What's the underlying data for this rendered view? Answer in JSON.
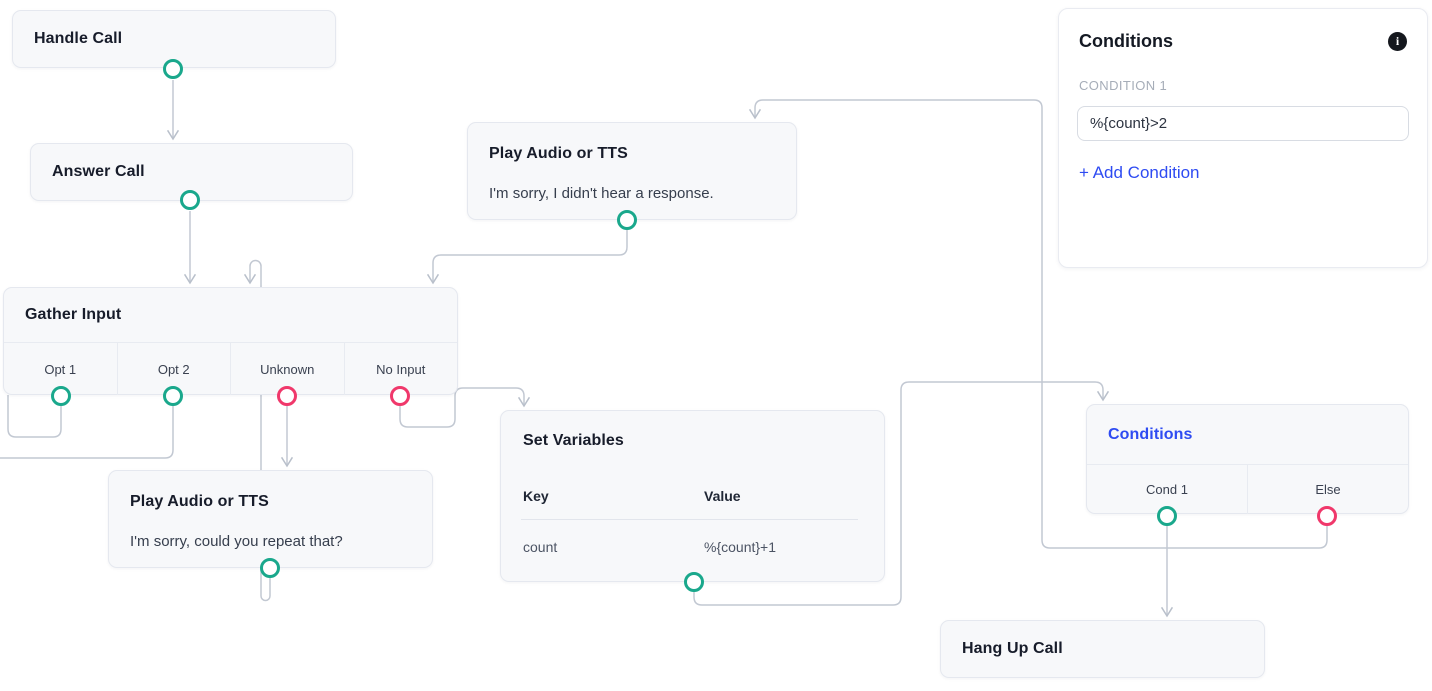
{
  "flow": {
    "nodes": {
      "handle_call": {
        "title": "Handle Call"
      },
      "answer_call": {
        "title": "Answer Call"
      },
      "play_audio_no_response": {
        "title": "Play Audio or TTS",
        "body": "I'm sorry, I didn't hear a response."
      },
      "gather_input": {
        "title": "Gather Input",
        "branches": [
          "Opt 1",
          "Opt 2",
          "Unknown",
          "No Input"
        ]
      },
      "play_audio_repeat": {
        "title": "Play Audio or TTS",
        "body": "I'm sorry, could you repeat that?"
      },
      "set_variables": {
        "title": "Set Variables",
        "key_header": "Key",
        "value_header": "Value",
        "rows": [
          {
            "key": "count",
            "value": "%{count}+1"
          }
        ]
      },
      "conditions": {
        "title": "Conditions",
        "branches": [
          "Cond 1",
          "Else"
        ]
      },
      "hang_up_call": {
        "title": "Hang Up Call"
      }
    }
  },
  "inspector": {
    "title": "Conditions",
    "info_icon_glyph": "i",
    "section_label": "CONDITION 1",
    "condition_input": "%{count}>2",
    "add_condition": "+ Add Condition"
  },
  "colors": {
    "success_port": "#1aa88c",
    "failure_port": "#f0386b",
    "edge": "#c2c8d2",
    "accent_blue": "#2e4bf2",
    "node_bg": "#f7f8fa"
  }
}
